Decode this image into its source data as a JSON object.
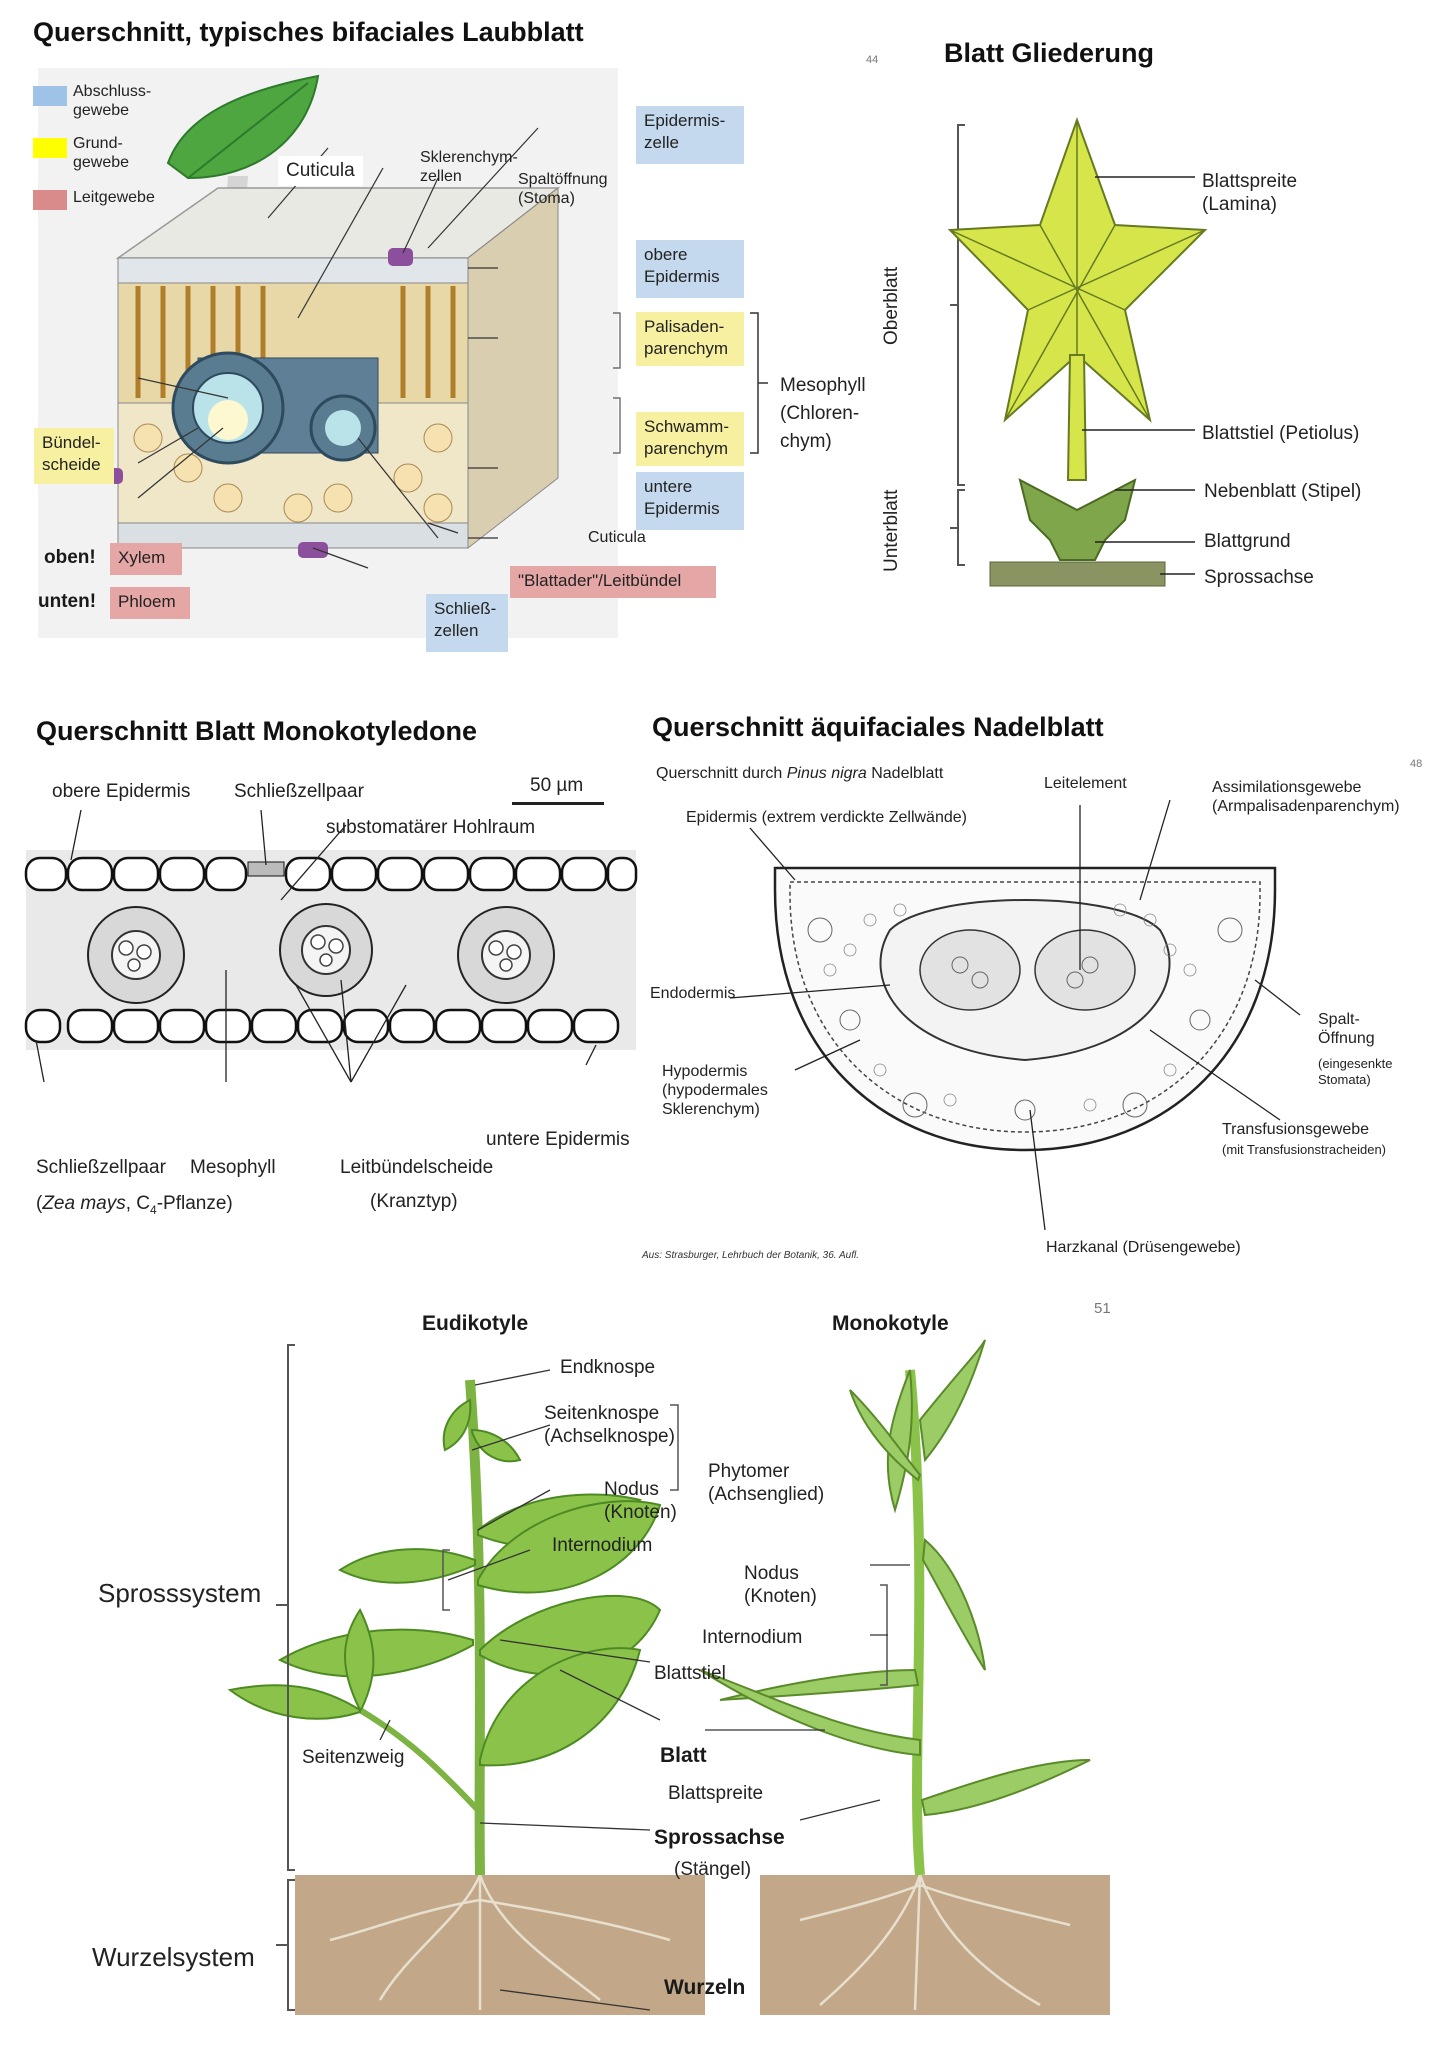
{
  "colors": {
    "blue_box": "#c5d9ee",
    "yellow_box": "#f6f0a0",
    "red_box": "#e5a6a6",
    "leaf_green": "#d6e64a",
    "stipel_green": "#7fa64a",
    "stem": "#5b8d2e"
  },
  "laubblatt": {
    "title": "Querschnitt, typisches bifaciales Laubblatt",
    "page_num": "44",
    "legend": [
      {
        "label": "Abschluss-\ngewebe",
        "color": "#9fc3e7"
      },
      {
        "label": "Grund-\ngewebe",
        "color": "#ffff00"
      },
      {
        "label": "Leitgewebe",
        "color": "#d98b8b"
      }
    ],
    "cuticula_top": "Cuticula",
    "sklerenchym": "Sklerenchym-\nzellen",
    "spaltoeffnung": "Spaltöffnung\n(Stoma)",
    "epidermiszelle": "Epidermis-\nzelle",
    "obere_epidermis": "obere\nEpidermis",
    "palisaden": "Palisaden-\nparenchym",
    "schwamm": "Schwamm-\nparenchym",
    "untere_epidermis": "untere\nEpidermis",
    "mesophyll": "Mesophyll\n(Chloren-\nchym)",
    "buendelscheide": "Bündel-\nscheide",
    "oben": "oben!",
    "unten": "unten!",
    "xylem": "Xylem",
    "phloem": "Phloem",
    "cuticula_bottom": "Cuticula",
    "blattader": "\"Blattader\"/Leitbündel",
    "schliesszellen": "Schließ-\nzellen"
  },
  "gliederung": {
    "title": "Blatt Gliederung",
    "oberblatt": "Oberblatt",
    "unterblatt": "Unterblatt",
    "labels": [
      "Blattspreite\n(Lamina)",
      "Blattstiel (Petiolus)",
      "Nebenblatt (Stipel)",
      "Blattgrund",
      "Sprossachse"
    ]
  },
  "monokot": {
    "title": "Querschnitt Blatt Monokotyledone",
    "obere_epidermis": "obere Epidermis",
    "schliesszellpaar_top": "Schließzellpaar",
    "scale": "50 µm",
    "hohlraum": "substomatärer Hohlraum",
    "untere_epidermis": "untere Epidermis",
    "schliesszellpaar_bottom": "Schließzellpaar",
    "mesophyll": "Mesophyll",
    "leitbuendelscheide": "Leitbündelscheide",
    "species": "Zea mays",
    "species_rest": ", C",
    "species_sub": "4",
    "species_end": "-Pflanze)",
    "kranztyp": "(Kranztyp)"
  },
  "nadel": {
    "title": "Querschnitt äquifaciales Nadelblatt",
    "page_num": "48",
    "subtitle_a": "Querschnitt durch ",
    "subtitle_species": "Pinus nigra",
    "subtitle_b": " Nadelblatt",
    "leitelement": "Leitelement",
    "assimilation": "Assimilationsgewebe\n(Armpalisadenparenchym)",
    "epidermis": "Epidermis (extrem verdickte Zellwände)",
    "endodermis": "Endodermis",
    "spalt": "Spalt-\nÖffnung",
    "spalt_note": "(eingesenkte\nStomata)",
    "hypodermis": "Hypodermis\n(hypodermales\nSklerenchym)",
    "transfusion": "Transfusionsgewebe",
    "transfusion_note": "(mit Transfusionstracheiden)",
    "source": "Aus: Strasburger, Lehrbuch der Botanik, 36. Aufl.",
    "harzkanal": "Harzkanal (Drüsengewebe)"
  },
  "pflanze": {
    "page_num": "51",
    "eudikotyle": "Eudikotyle",
    "monokotyle": "Monokotyle",
    "endknospe": "Endknospe",
    "seitenknospe": "Seitenknospe\n(Achselknospe)",
    "phytomer": "Phytomer\n(Achsenglied)",
    "nodus": "Nodus\n(Knoten)",
    "internodium": "Internodium",
    "nodus2": "Nodus\n(Knoten)",
    "internodium2": "Internodium",
    "blattstiel": "Blattstiel",
    "seitenzweig": "Seitenzweig",
    "blatt": "Blatt",
    "blattspreite": "Blattspreite",
    "sprossachse": "Sprossachse",
    "staengel": "(Stängel)",
    "sprosssystem": "Sprosssystem",
    "wurzelsystem": "Wurzelsystem",
    "wurzeln": "Wurzeln"
  }
}
